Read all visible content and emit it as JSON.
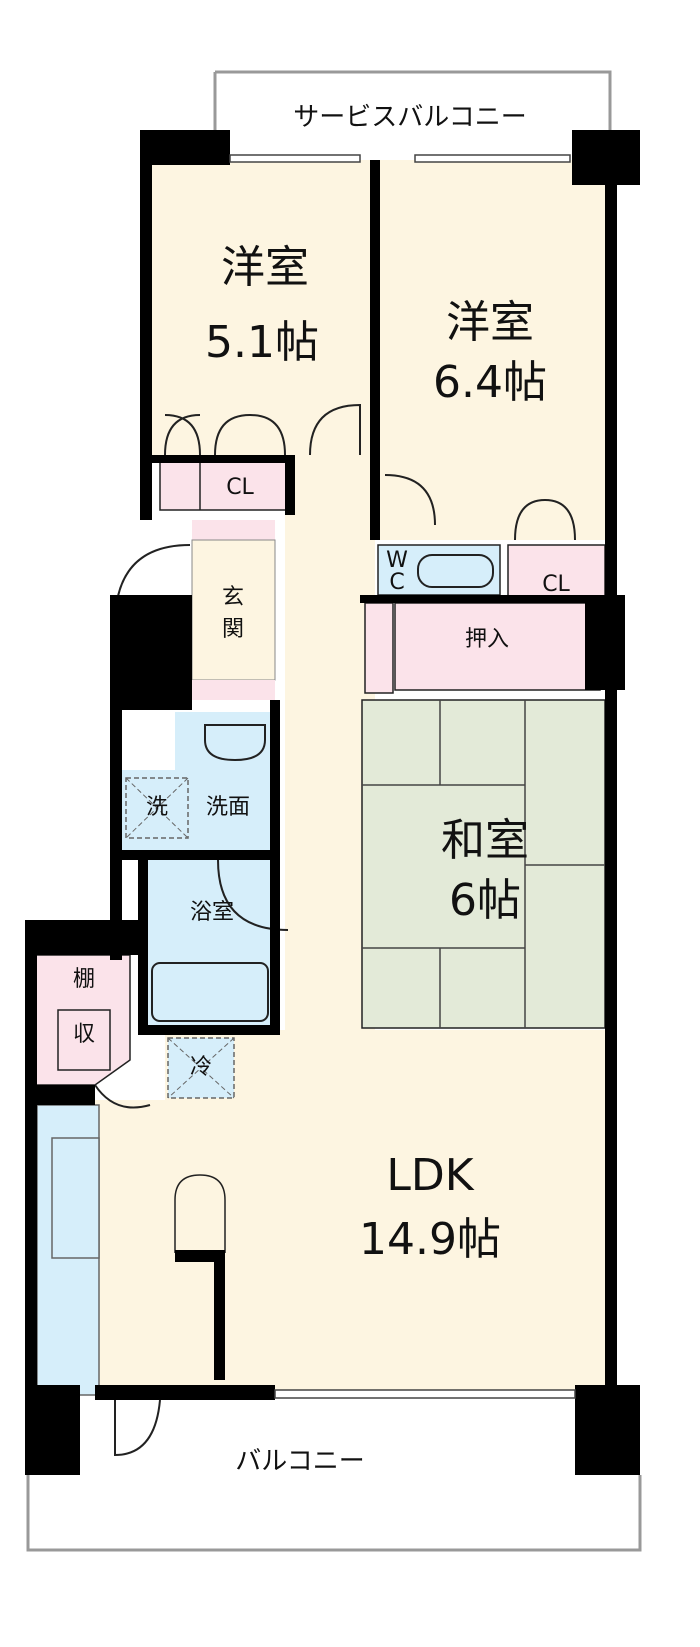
{
  "colors": {
    "wall": "#000000",
    "floor": "#fdf5e1",
    "storage": "#fbe3ea",
    "wet": "#d6eefa",
    "tatami": "#e3ead8"
  },
  "rooms": {
    "service_balcony": "サービスバルコニー",
    "bedroom1": {
      "name": "洋室",
      "size": "5.1帖"
    },
    "bedroom2": {
      "name": "洋室",
      "size": "6.4帖"
    },
    "closet_left": "CL",
    "closet_right": "CL",
    "entrance": {
      "line1": "玄",
      "line2": "関"
    },
    "toilet": {
      "line1": "W",
      "line2": "C"
    },
    "oshiire": "押入",
    "washer": "洗",
    "washroom": "洗面",
    "bathroom": "浴室",
    "washitsu": {
      "name": "和室",
      "size": "6帖"
    },
    "shelf": "棚",
    "storage": "収",
    "fridge": "冷",
    "ldk": {
      "name": "LDK",
      "size": "14.9帖"
    },
    "balcony": "バルコニー"
  }
}
